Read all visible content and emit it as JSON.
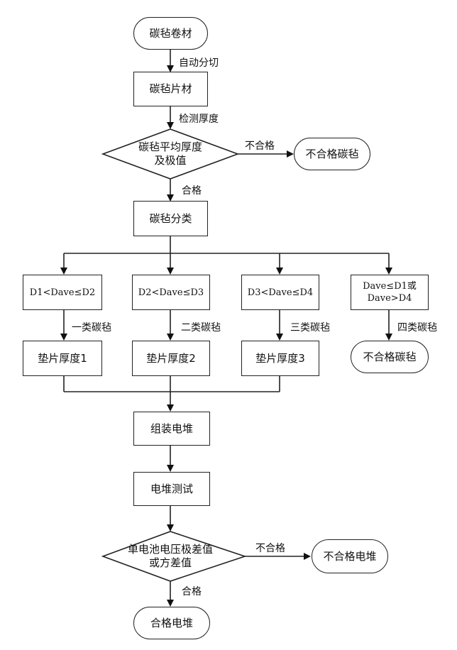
{
  "nodes": {
    "start": "碳毡卷材",
    "sheet": "碳毡片材",
    "decision1": "碳毡平均厚度及极值",
    "reject1": "不合格碳毡",
    "classify": "碳毡分类",
    "class1": "D1<Dave≤D2",
    "class2": "D2<Dave≤D3",
    "class3": "D3<Dave≤D4",
    "class4_line1": "Dave≤D1或",
    "class4_line2": "Dave>D4",
    "gasket1": "垫片厚度1",
    "gasket2": "垫片厚度2",
    "gasket3": "垫片厚度3",
    "reject2": "不合格碳毡",
    "assemble": "组装电堆",
    "test": "电堆测试",
    "decision2": "单电池电压极差值或方差值",
    "reject3": "不合格电堆",
    "pass": "合格电堆"
  },
  "edges": {
    "auto_cut": "自动分切",
    "measure": "检测厚度",
    "fail1": "不合格",
    "pass1": "合格",
    "type1": "一类碳毡",
    "type2": "二类碳毡",
    "type3": "三类碳毡",
    "type4": "四类碳毡",
    "fail2": "不合格",
    "pass2": "合格"
  }
}
